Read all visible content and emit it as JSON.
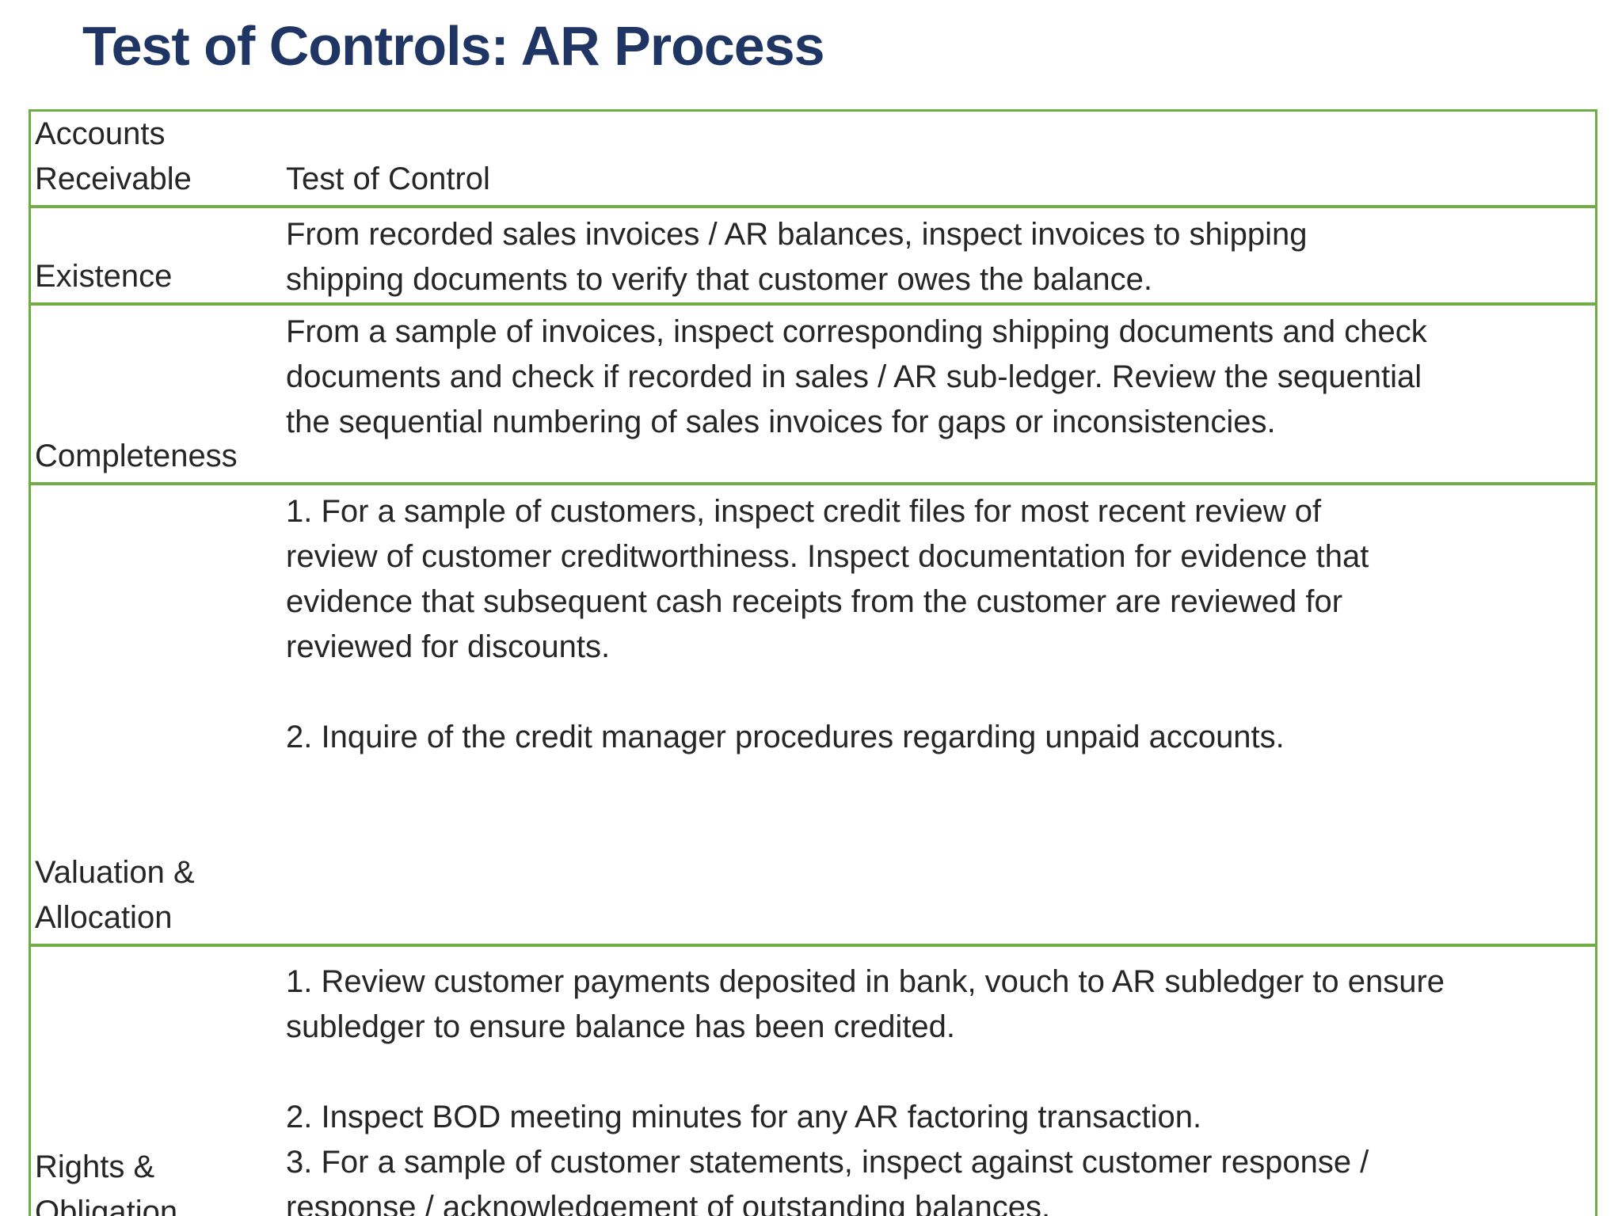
{
  "slide": {
    "title": "Test of Controls: AR Process"
  },
  "colors": {
    "title": "#1f3563",
    "border": "#70ad47",
    "text": "#262626"
  },
  "table": {
    "header": {
      "assertion_lines": [
        "Accounts",
        "Receivable"
      ],
      "control_label": "Test of Control"
    },
    "rows": [
      {
        "assertion_lines": [
          "Existence"
        ],
        "control_lines": [
          "From recorded sales invoices / AR balances, inspect invoices to shipping",
          "shipping documents to verify that customer owes the balance."
        ]
      },
      {
        "assertion_lines": [
          "Completeness"
        ],
        "control_lines": [
          "From a sample of invoices, inspect corresponding shipping documents and check",
          "documents and check if recorded in sales / AR sub-ledger. Review the sequential",
          "the sequential numbering of sales invoices for gaps or inconsistencies."
        ]
      },
      {
        "assertion_lines": [
          "Valuation &",
          "Allocation"
        ],
        "control_lines": [
          "1. For a sample of customers, inspect credit files for most recent review of",
          "review of customer creditworthiness. Inspect documentation for evidence that",
          "evidence that subsequent cash receipts from the customer are reviewed for",
          "reviewed for discounts.",
          "",
          "2. Inquire of the credit manager procedures regarding unpaid accounts."
        ]
      },
      {
        "assertion_lines": [
          "Rights &",
          "Obligation"
        ],
        "control_lines": [
          "1. Review customer payments deposited in bank, vouch to AR subledger to ensure",
          "subledger to ensure balance has been credited.",
          "",
          "2. Inspect BOD meeting minutes for any AR factoring transaction.",
          "3. For a sample of customer statements, inspect against customer response /",
          "response / acknowledgement of outstanding balances."
        ]
      }
    ]
  }
}
